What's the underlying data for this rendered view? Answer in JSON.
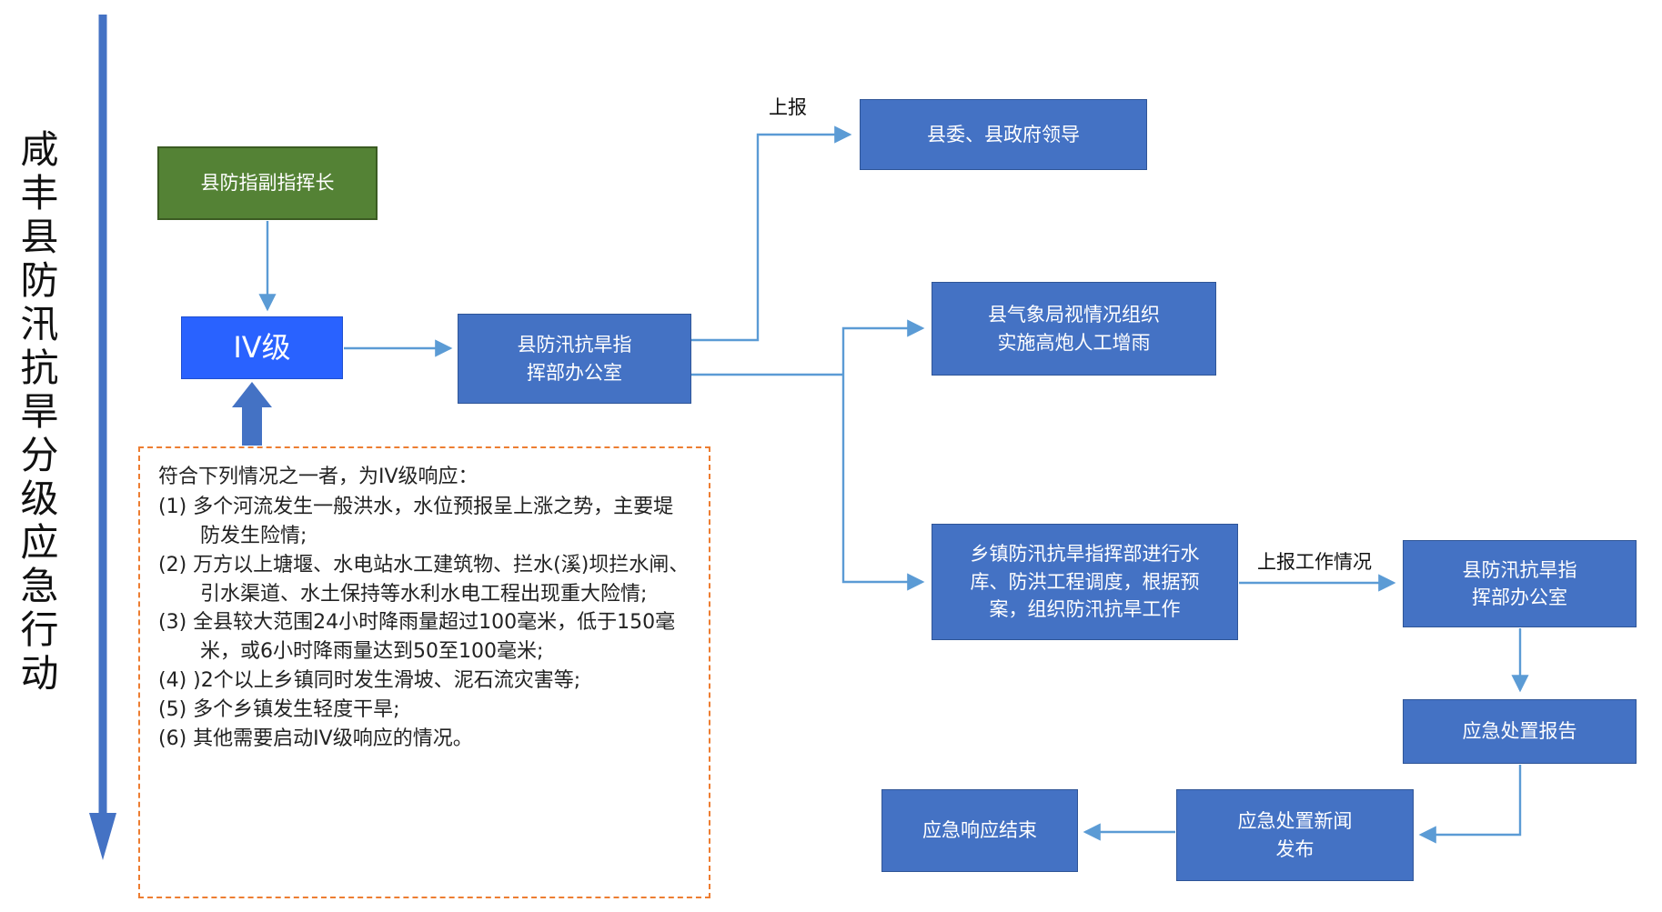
{
  "title": {
    "vertical_text": "咸丰县防汛抗旱分级应急行动"
  },
  "colors": {
    "node_blue": "#4472C4",
    "node_blue_border": "#2F5597",
    "level_blue": "#2962FF",
    "level_blue_border": "#1F4FD0",
    "node_green": "#548235",
    "node_green_border": "#3B5B22",
    "dash_orange": "#ED7D31",
    "wire_blue": "#5B9BD5",
    "arrow_blue": "#4472C4"
  },
  "nodes": {
    "deputy_commander": {
      "label": "县防指副指挥长"
    },
    "level_iv": {
      "label": "IV级"
    },
    "flood_office_1": {
      "label": "县防汛抗旱指\n挥部办公室"
    },
    "county_leaders": {
      "label": "县委、县政府领导"
    },
    "meteorology_bureau": {
      "label": "县气象局视情况组织\n实施高炮人工增雨"
    },
    "township_hq": {
      "label": "乡镇防汛抗旱指挥部进行水\n库、防洪工程调度，根据预\n案，组织防汛抗旱工作"
    },
    "flood_office_2": {
      "label": "县防汛抗旱指\n挥部办公室"
    },
    "emergency_report": {
      "label": "应急处置报告"
    },
    "news_release": {
      "label": "应急处置新闻\n发布"
    },
    "response_end": {
      "label": "应急响应结束"
    }
  },
  "edge_labels": {
    "report_up": "上报",
    "report_work_status": "上报工作情况"
  },
  "conditions": {
    "header": "符合下列情况之一者，为IV级响应：",
    "items": [
      "(1) 多个河流发生一般洪水，水位预报呈上涨之势，主要堤防发生险情;",
      "(2) 万方以上塘堰、水电站水工建筑物、拦水(溪)坝拦水闸、引水渠道、水土保持等水利水电工程出现重大险情;",
      "(3) 全县较大范围24小时降雨量超过100毫米，低于150毫米，或6小时降雨量达到50至100毫米;",
      "(4) )2个以上乡镇同时发生滑坡、泥石流灾害等;",
      "(5) 多个乡镇发生轻度干旱;",
      "(6) 其他需要启动IV级响应的情况。"
    ]
  }
}
